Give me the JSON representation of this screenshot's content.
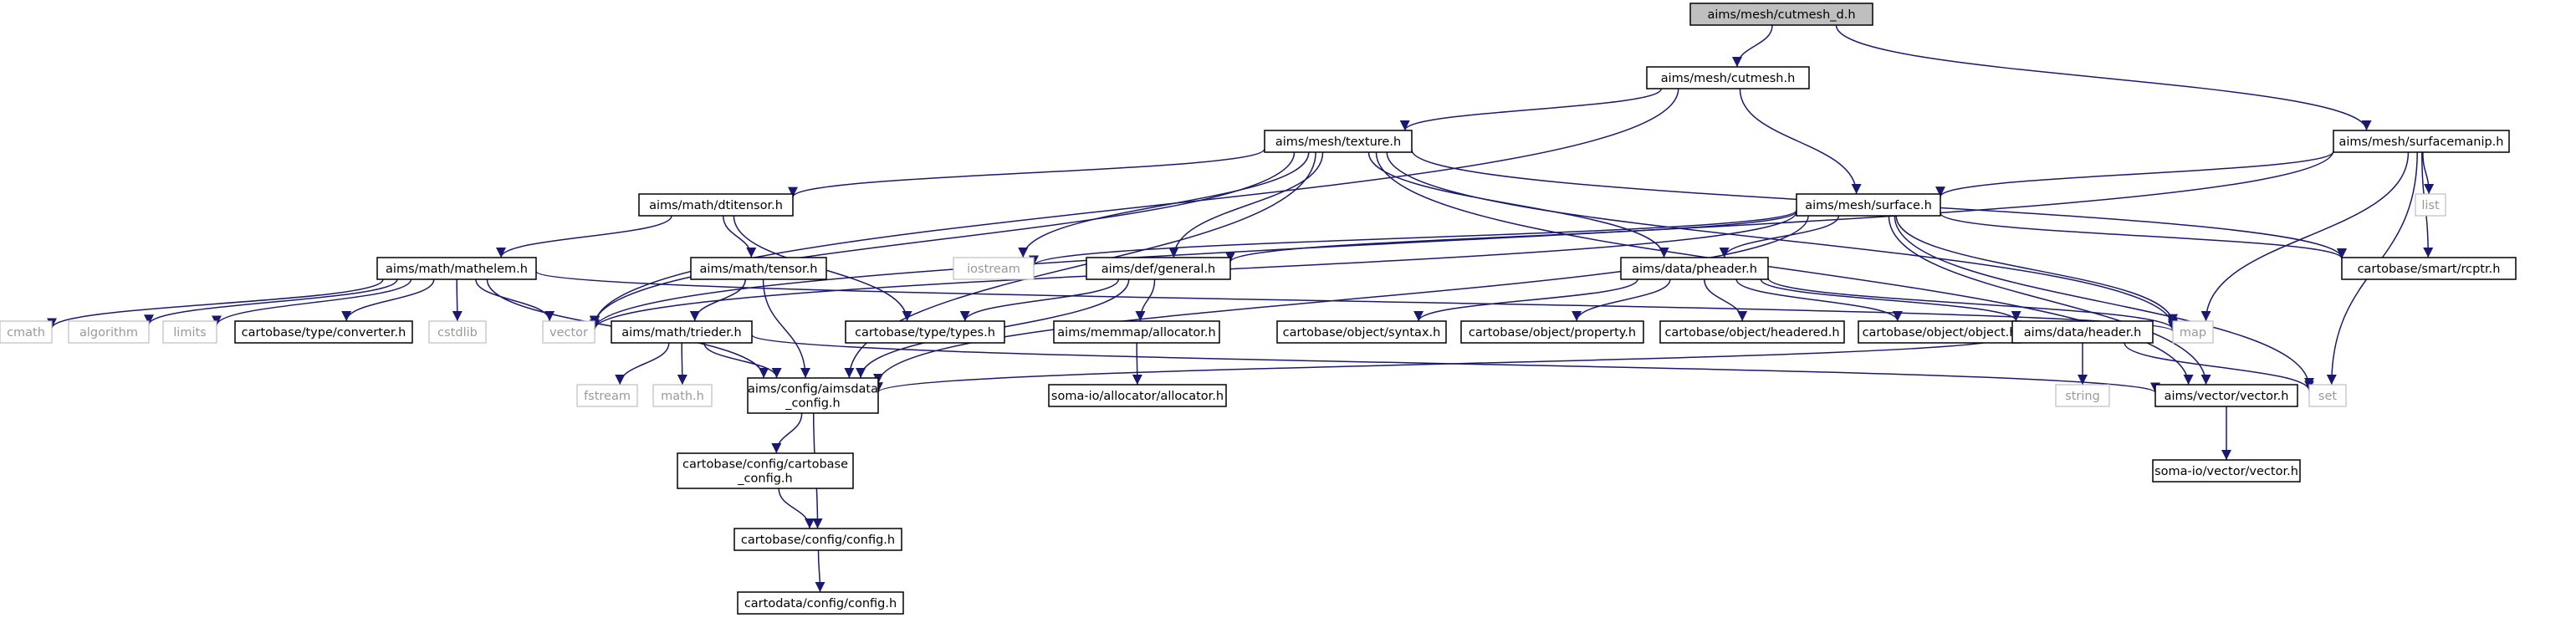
{
  "graph_title": "aims/mesh/cutmesh_d.h",
  "nodes": {
    "cutmesh_d": {
      "lines": [
        "aims/mesh/cutmesh_d.h"
      ]
    },
    "cutmesh": {
      "lines": [
        "aims/mesh/cutmesh.h"
      ]
    },
    "texture": {
      "lines": [
        "aims/mesh/texture.h"
      ]
    },
    "surfacemanip": {
      "lines": [
        "aims/mesh/surfacemanip.h"
      ]
    },
    "dtitensor": {
      "lines": [
        "aims/math/dtitensor.h"
      ]
    },
    "surface": {
      "lines": [
        "aims/mesh/surface.h"
      ]
    },
    "mathelem": {
      "lines": [
        "aims/math/mathelem.h"
      ]
    },
    "tensor": {
      "lines": [
        "aims/math/tensor.h"
      ]
    },
    "general": {
      "lines": [
        "aims/def/general.h"
      ]
    },
    "pheader": {
      "lines": [
        "aims/data/pheader.h"
      ]
    },
    "rcptr": {
      "lines": [
        "cartobase/smart/rcptr.h"
      ]
    },
    "list": {
      "lines": [
        "list"
      ]
    },
    "iostream": {
      "lines": [
        "iostream"
      ]
    },
    "cmath": {
      "lines": [
        "cmath"
      ]
    },
    "algorithm": {
      "lines": [
        "algorithm"
      ]
    },
    "limits": {
      "lines": [
        "limits"
      ]
    },
    "converter": {
      "lines": [
        "cartobase/type/converter.h"
      ]
    },
    "cstdlib": {
      "lines": [
        "cstdlib"
      ]
    },
    "vector": {
      "lines": [
        "vector"
      ]
    },
    "trieder": {
      "lines": [
        "aims/math/trieder.h"
      ]
    },
    "types": {
      "lines": [
        "cartobase/type/types.h"
      ]
    },
    "allocator": {
      "lines": [
        "aims/memmap/allocator.h"
      ]
    },
    "syntax": {
      "lines": [
        "cartobase/object/syntax.h"
      ]
    },
    "property": {
      "lines": [
        "cartobase/object/property.h"
      ]
    },
    "headered": {
      "lines": [
        "cartobase/object/headered.h"
      ]
    },
    "object": {
      "lines": [
        "cartobase/object/object.h"
      ]
    },
    "header": {
      "lines": [
        "aims/data/header.h"
      ]
    },
    "map": {
      "lines": [
        "map"
      ]
    },
    "fstream": {
      "lines": [
        "fstream"
      ]
    },
    "mathh": {
      "lines": [
        "math.h"
      ]
    },
    "aimsdata_config": {
      "lines": [
        "aims/config/aimsdata",
        "_config.h"
      ]
    },
    "somaalloc": {
      "lines": [
        "soma-io/allocator/allocator.h"
      ]
    },
    "string": {
      "lines": [
        "string"
      ]
    },
    "aimsvector": {
      "lines": [
        "aims/vector/vector.h"
      ]
    },
    "set": {
      "lines": [
        "set"
      ]
    },
    "cartobase_config": {
      "lines": [
        "cartobase/config/cartobase",
        "_config.h"
      ]
    },
    "somavector": {
      "lines": [
        "soma-io/vector/vector.h"
      ]
    },
    "config": {
      "lines": [
        "cartobase/config/config.h"
      ]
    },
    "cartodata_config": {
      "lines": [
        "cartodata/config/config.h"
      ]
    }
  },
  "edges": [
    [
      "cutmesh_d",
      "cutmesh"
    ],
    [
      "cutmesh_d",
      "surfacemanip"
    ],
    [
      "cutmesh",
      "texture"
    ],
    [
      "cutmesh",
      "surface"
    ],
    [
      "cutmesh",
      "vector"
    ],
    [
      "texture",
      "dtitensor"
    ],
    [
      "texture",
      "general"
    ],
    [
      "texture",
      "pheader"
    ],
    [
      "texture",
      "rcptr"
    ],
    [
      "texture",
      "iostream"
    ],
    [
      "texture",
      "vector"
    ],
    [
      "texture",
      "map"
    ],
    [
      "texture",
      "aimsdata_config"
    ],
    [
      "texture",
      "aimsvector"
    ],
    [
      "surfacemanip",
      "surface"
    ],
    [
      "surfacemanip",
      "rcptr"
    ],
    [
      "surfacemanip",
      "list"
    ],
    [
      "surfacemanip",
      "map"
    ],
    [
      "surfacemanip",
      "set"
    ],
    [
      "surfacemanip",
      "vector"
    ],
    [
      "dtitensor",
      "mathelem"
    ],
    [
      "dtitensor",
      "tensor"
    ],
    [
      "dtitensor",
      "types"
    ],
    [
      "surface",
      "general"
    ],
    [
      "surface",
      "pheader"
    ],
    [
      "surface",
      "rcptr"
    ],
    [
      "surface",
      "iostream"
    ],
    [
      "surface",
      "vector"
    ],
    [
      "surface",
      "map"
    ],
    [
      "surface",
      "set"
    ],
    [
      "surface",
      "aimsvector"
    ],
    [
      "surface",
      "aimsdata_config"
    ],
    [
      "mathelem",
      "cmath"
    ],
    [
      "mathelem",
      "algorithm"
    ],
    [
      "mathelem",
      "limits"
    ],
    [
      "mathelem",
      "converter"
    ],
    [
      "mathelem",
      "cstdlib"
    ],
    [
      "mathelem",
      "vector"
    ],
    [
      "mathelem",
      "map"
    ],
    [
      "mathelem",
      "aimsdata_config"
    ],
    [
      "tensor",
      "trieder"
    ],
    [
      "tensor",
      "aimsdata_config"
    ],
    [
      "trieder",
      "fstream"
    ],
    [
      "trieder",
      "mathh"
    ],
    [
      "trieder",
      "aimsdata_config"
    ],
    [
      "trieder",
      "aimsvector"
    ],
    [
      "general",
      "types"
    ],
    [
      "general",
      "allocator"
    ],
    [
      "general",
      "aimsdata_config"
    ],
    [
      "allocator",
      "somaalloc"
    ],
    [
      "pheader",
      "syntax"
    ],
    [
      "pheader",
      "property"
    ],
    [
      "pheader",
      "headered"
    ],
    [
      "pheader",
      "object"
    ],
    [
      "pheader",
      "header"
    ],
    [
      "pheader",
      "map"
    ],
    [
      "header",
      "string"
    ],
    [
      "header",
      "set"
    ],
    [
      "header",
      "aimsdata_config"
    ],
    [
      "aimsvector",
      "somavector"
    ],
    [
      "aimsdata_config",
      "cartobase_config"
    ],
    [
      "aimsdata_config",
      "config"
    ],
    [
      "cartobase_config",
      "config"
    ],
    [
      "config",
      "cartodata_config"
    ]
  ]
}
